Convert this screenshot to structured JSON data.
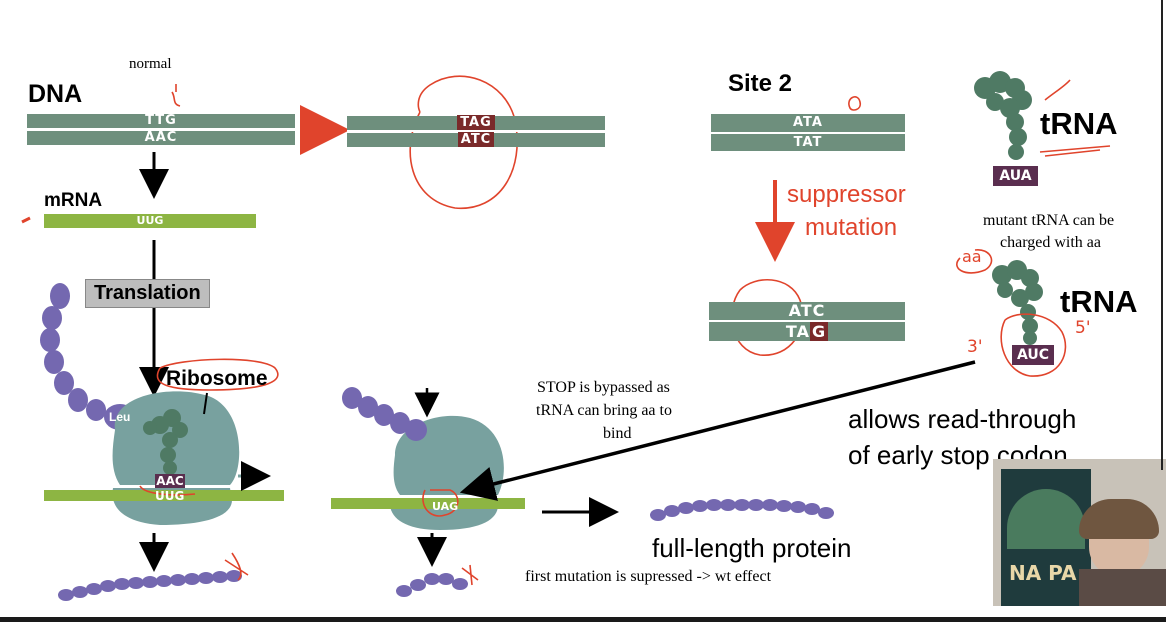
{
  "labels": {
    "normal": "normal",
    "dna": "DNA",
    "mrna": "mRNA",
    "translation": "Translation",
    "ribosome": "Ribosome",
    "site2": "Site 2",
    "suppressor_line1": "suppressor",
    "suppressor_line2": "mutation",
    "trna_top": "tRNA",
    "trna_bottom": "tRNA",
    "mutant_line1": "mutant tRNA can be",
    "mutant_line2": "charged with aa",
    "stop_line1": "STOP is bypassed as",
    "stop_line2": "tRNA can bring aa to",
    "stop_line3": "bind",
    "readthrough_line1": "allows read-through",
    "readthrough_line2": "of early stop codon",
    "full_length": "full-length protein",
    "first_mutation": "first mutation is supressed -> wt effect",
    "leu": "Leu",
    "aa": "aa",
    "three_prime": "3'",
    "five_prime": "5'"
  },
  "sequences": {
    "dna1_top": "TTG",
    "dna1_bottom": "AAC",
    "dna2_top": "TAG",
    "dna2_bottom": "ATC",
    "mrna": "UUG",
    "site2_top": "ATA",
    "site2_bottom": "TAT",
    "mut_top": "ATC",
    "mut_bottom_prefix": "TA",
    "mut_bottom_highlight": "G",
    "anticodon_top": "AUA",
    "anticodon_bottom": "AUC",
    "ribo1_anticodon": "AAC",
    "ribo1_codon": "UUG",
    "ribo2_codon": "UAG"
  },
  "colors": {
    "dna": "#6e8f7d",
    "mrna": "#8db543",
    "protein": "#7468b0",
    "ribosome": "#78a19f",
    "trna": "#4f7a64",
    "codon_box": "#5a2e4f",
    "annotation_red": "#e0442c",
    "arrow": "#000000"
  },
  "video": {
    "poster_text": "NA PA"
  }
}
